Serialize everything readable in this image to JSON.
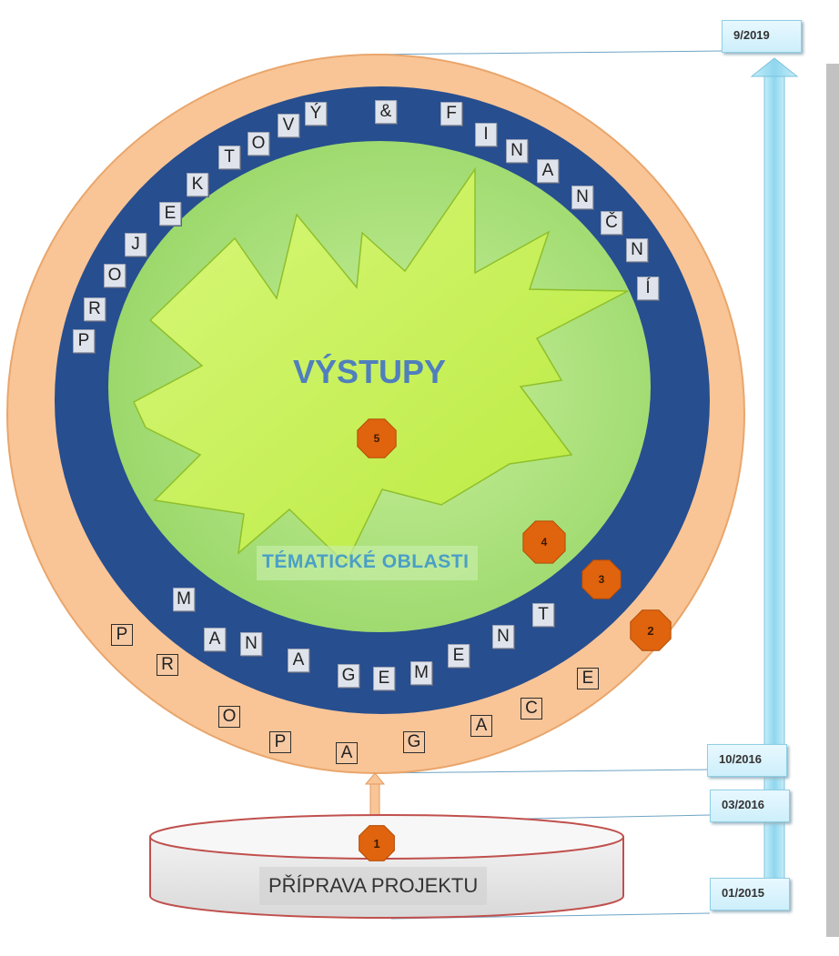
{
  "title_center": "VÝSTUPY",
  "thematic_label": "TÉMATICKÉ  OBLASTI",
  "preparation_label": "PŘÍPRAVA PROJEKTU",
  "ring_word_upper": [
    "P",
    "R",
    "O",
    "J",
    "E",
    "K",
    "T",
    "O",
    "V",
    "Ý",
    "&",
    "F",
    "I",
    "N",
    "A",
    "N",
    "Č",
    "N",
    "Í"
  ],
  "ring_word_management": [
    "M",
    "A",
    "N",
    "A",
    "G",
    "E",
    "M",
    "E",
    "N",
    "T"
  ],
  "ring_word_propagace": [
    "P",
    "R",
    "O",
    "P",
    "A",
    "G",
    "A",
    "C",
    "E"
  ],
  "dates": {
    "top": "9/2019",
    "mid1": "10/2016",
    "mid2": "03/2016",
    "bottom": "01/2015"
  },
  "badges": [
    "1",
    "2",
    "3",
    "4",
    "5"
  ],
  "colors": {
    "outer_ring": "#f9c596",
    "blue_ring": "#274e8f",
    "inner_disk": "#a9e07a",
    "star": "#c9f25a",
    "badge": "#e0630d",
    "arrow": "#9fdaf0"
  }
}
